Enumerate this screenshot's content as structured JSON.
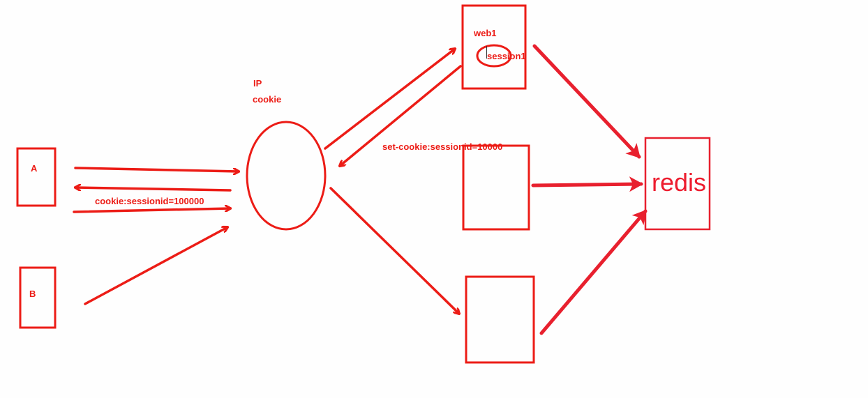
{
  "colors": {
    "stroke": "#ec1c16",
    "redis_stroke": "#e8202e",
    "background": "#fefefe"
  },
  "nodes": {
    "client_a": "A",
    "client_b": "B",
    "lb_line1": "IP",
    "lb_line2": "cookie",
    "web1": "web1",
    "session": "session1",
    "redis": "redis"
  },
  "edges": {
    "cookie_label": "cookie:sessionid=100000",
    "set_cookie_label": "set-cookie:sessionid=10000"
  }
}
